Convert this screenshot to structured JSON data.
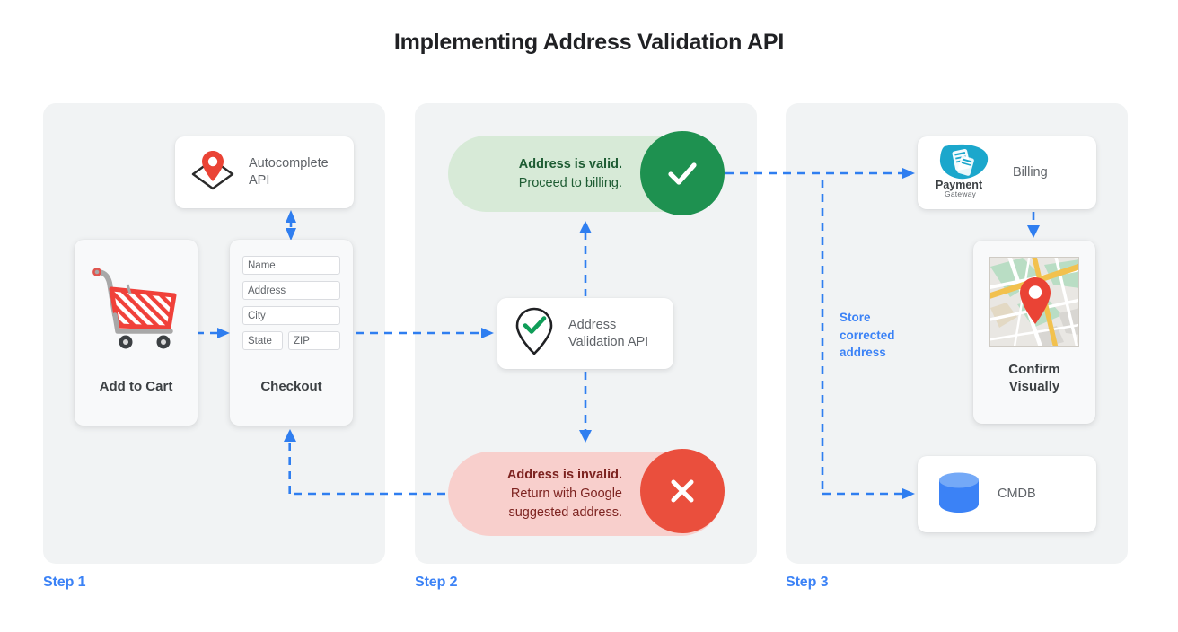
{
  "title": "Implementing Address Validation API",
  "colors": {
    "accent_blue": "#2f7ef0",
    "step_label_blue": "#3b82f6",
    "panel_bg": "#f1f3f4",
    "valid_pill_bg": "#d7ead7",
    "valid_badge": "#1e9150",
    "valid_text": "#1e5c33",
    "invalid_pill_bg": "#f8cfcc",
    "invalid_badge": "#ea4f3d",
    "invalid_text": "#7d2320",
    "card_white": "#ffffff",
    "card_grey": "#f8f9fa",
    "pin_red": "#ea4335",
    "cmdb_blue": "#3b82f6",
    "payment_teal": "#1ba7cc"
  },
  "steps": [
    {
      "id": "step1",
      "label": "Step 1"
    },
    {
      "id": "step2",
      "label": "Step 2"
    },
    {
      "id": "step3",
      "label": "Step 3"
    }
  ],
  "step1": {
    "autocomplete": {
      "label": "Autocomplete\nAPI",
      "line1": "Autocomplete",
      "line2": "API",
      "icon": "map-pin-diamond-icon"
    },
    "add_to_cart": {
      "label": "Add to Cart",
      "icon": "shopping-cart-icon"
    },
    "checkout": {
      "label": "Checkout",
      "fields": [
        {
          "name": "name-field",
          "placeholder": "Name"
        },
        {
          "name": "address-field",
          "placeholder": "Address"
        },
        {
          "name": "city-field",
          "placeholder": "City"
        },
        {
          "name": "state-field",
          "placeholder": "State"
        },
        {
          "name": "zip-field",
          "placeholder": "ZIP"
        }
      ]
    }
  },
  "step2": {
    "valid": {
      "headline": "Address is valid.",
      "body": "Proceed to billing.",
      "badge_icon": "check-icon"
    },
    "validation_api": {
      "line1": "Address",
      "line2": "Validation API",
      "icon": "pin-check-icon"
    },
    "invalid": {
      "headline": "Address is invalid.",
      "body_line1": "Return with Google",
      "body_line2": "suggested address.",
      "badge_icon": "cross-icon"
    }
  },
  "step3": {
    "billing": {
      "label": "Billing",
      "icon": "payment-gateway-logo",
      "logo_line1": "Payment",
      "logo_line2": "Gateway"
    },
    "confirm": {
      "line1": "Confirm",
      "line2": "Visually",
      "icon": "map-thumbnail-icon"
    },
    "cmdb": {
      "label": "CMDB",
      "icon": "database-cylinder-icon"
    },
    "store_note": {
      "line1": "Store",
      "line2": "corrected",
      "line3": "address"
    }
  }
}
